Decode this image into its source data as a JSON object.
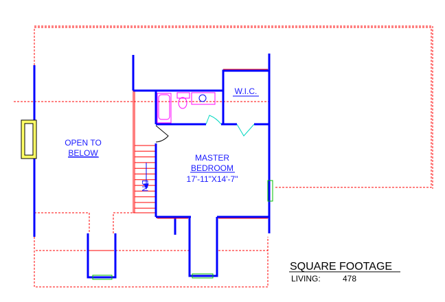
{
  "rooms": {
    "open_to_below": {
      "line1": "OPEN TO",
      "line2": "BELOW"
    },
    "wic": {
      "label": "W.I.C."
    },
    "master_bedroom": {
      "line1": "MASTER",
      "line2": "BEDROOM",
      "dimensions": "17'-11\"X14'-7\""
    },
    "stair": {
      "label": "DN"
    }
  },
  "square_footage": {
    "title": "SQUARE FOOTAGE",
    "living_label": "LIVING:",
    "living_value": "478"
  },
  "colors": {
    "wall": "#0000ff",
    "roof": "#ff0000",
    "fixture": "#ff00ff",
    "door": "#00e0c0",
    "window": "#00c000"
  }
}
